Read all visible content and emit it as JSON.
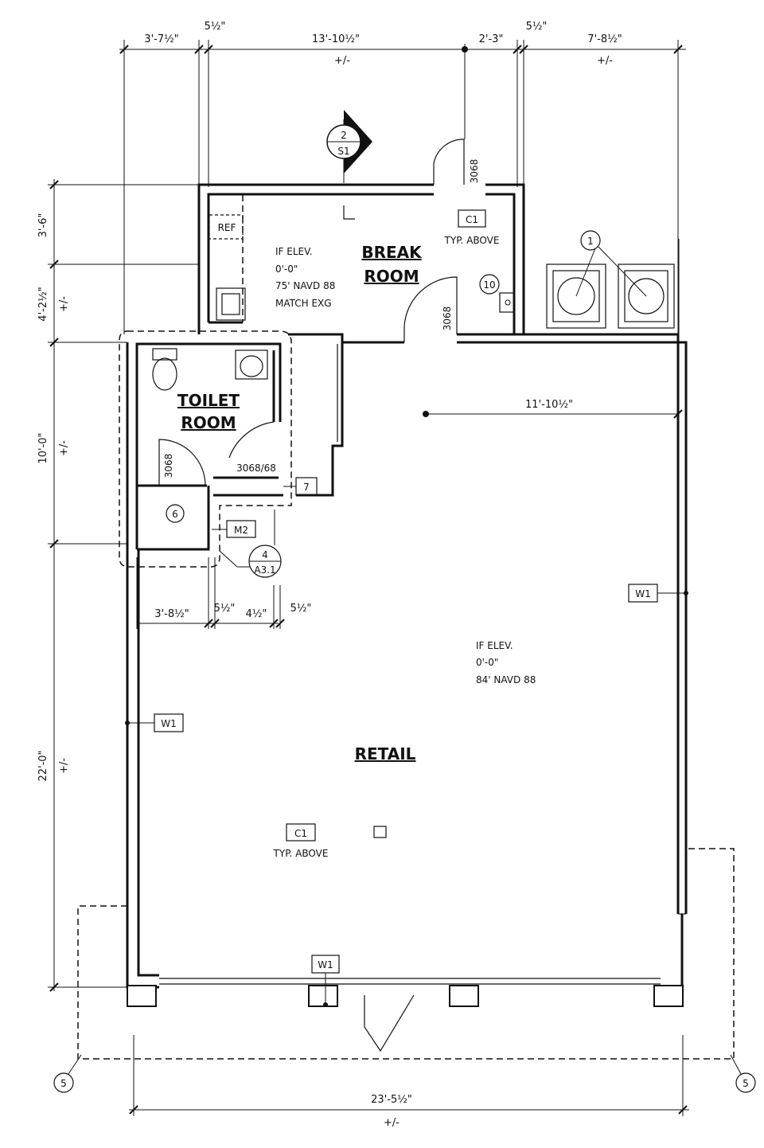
{
  "dimensions": {
    "top": [
      "3'-7½\"",
      "5½\"",
      "13'-10½\"",
      "2'-3\"",
      "5½\"",
      "7'-8½\""
    ],
    "top_approx": "+/-",
    "left": [
      "3'-6\"",
      "4'-2½\"",
      "10'-0\"",
      "22'-0\""
    ],
    "left_approx": "+/-",
    "toilet_bottom": [
      "3'-8½\"",
      "5½\"",
      "4½\"",
      "5½\""
    ],
    "retail_interior": "11'-10½\"",
    "bottom": "23'-5½\"",
    "bottom_approx": "+/-"
  },
  "rooms": {
    "break_room": [
      "BREAK",
      "ROOM"
    ],
    "toilet_room": [
      "TOILET",
      "ROOM"
    ],
    "retail": "RETAIL"
  },
  "notes": {
    "break_elev": [
      "IF ELEV.",
      "0'-0\"",
      "75' NAVD 88",
      "MATCH EXG"
    ],
    "retail_elev": [
      "IF ELEV.",
      "0'-0\"",
      "84' NAVD 88"
    ],
    "ref": "REF",
    "typ_above": "TYP. ABOVE"
  },
  "tags": {
    "c1": "C1",
    "w1": "W1",
    "m2": "M2",
    "tag7": "7",
    "tag6": "6",
    "tag10": "10",
    "tag1": "1",
    "tag5": "5",
    "section_num": "2",
    "section_sheet": "S1",
    "detail_num": "4",
    "detail_sheet": "A3.1"
  },
  "doors": {
    "break_exterior": "3068",
    "break_interior": "3068",
    "toilet": "3068/68",
    "closet": "3068"
  }
}
